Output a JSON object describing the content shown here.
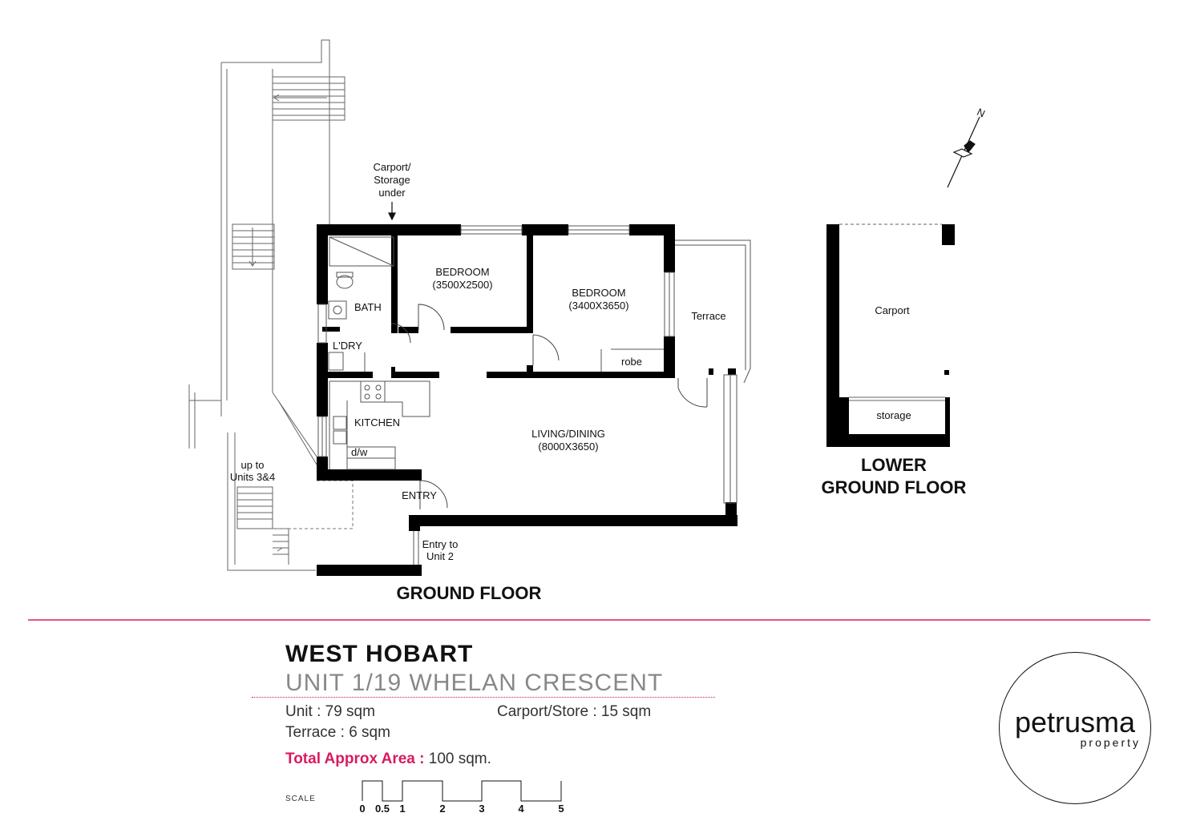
{
  "plan": {
    "north_label": "N",
    "ground_floor": {
      "title": "GROUND FLOOR",
      "rooms": {
        "bedroom1_name": "BEDROOM",
        "bedroom1_dims": "(3500X2500)",
        "bedroom2_name": "BEDROOM",
        "bedroom2_dims": "(3400X3650)",
        "bath": "BATH",
        "laundry": "L'DRY",
        "kitchen": "KITCHEN",
        "dishwasher": "d/w",
        "living_name": "LIVING/DINING",
        "living_dims": "(8000X3650)",
        "terrace": "Terrace",
        "robe": "robe",
        "entry": "ENTRY"
      },
      "notes": {
        "carport_line1": "Carport/",
        "carport_line2": "Storage",
        "carport_line3": "under",
        "units_line1": "up to",
        "units_line2": "Units 3&4",
        "entry_unit_line1": "Entry to",
        "entry_unit_line2": "Unit 2"
      }
    },
    "lower_ground_floor": {
      "title_line1": "LOWER",
      "title_line2": "GROUND FLOOR",
      "carport": "Carport",
      "storage": "storage"
    }
  },
  "info": {
    "suburb": "WEST HOBART",
    "address": "UNIT 1/19 WHELAN CRESCENT",
    "unit_area": "Unit : 79 sqm",
    "terrace_area": "Terrace : 6 sqm",
    "carport_area": "Carport/Store : 15 sqm",
    "total_label": "Total Approx Area :",
    "total_value": "100 sqm."
  },
  "scale": {
    "label": "SCALE",
    "ticks": [
      "0",
      "0.5",
      "1",
      "2",
      "3",
      "4",
      "5"
    ]
  },
  "brand": {
    "name": "petrusma",
    "sub": "property"
  },
  "colors": {
    "accent": "#d81b60",
    "wall": "#000000",
    "subtitle_grey": "#888888"
  }
}
